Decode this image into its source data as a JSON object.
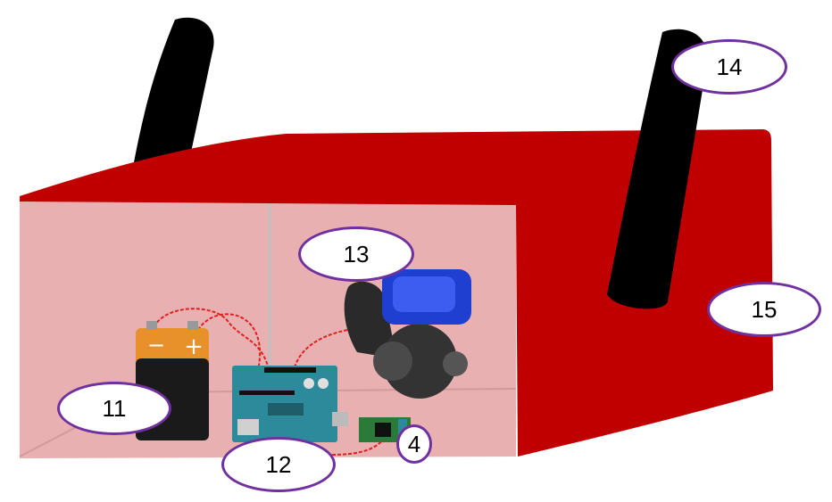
{
  "colors": {
    "box_red": "#c00000",
    "box_inner": "#e8b0b0",
    "callout_border": "#7030a0",
    "wire": "#e02020",
    "handle": "#000000",
    "motor_blue": "#1f3fd0",
    "board_teal": "#2c8a9a",
    "battery_orange": "#e8902a"
  },
  "icons": {
    "battery": "battery-icon",
    "microcontroller": "arduino-board-icon",
    "motor": "gear-motor-icon",
    "module": "driver-module-icon",
    "handle": "handle-icon"
  },
  "callouts": [
    {
      "id": "11",
      "label": "11"
    },
    {
      "id": "12",
      "label": "12"
    },
    {
      "id": "13",
      "label": "13"
    },
    {
      "id": "4",
      "label": "4"
    },
    {
      "id": "14",
      "label": "14"
    },
    {
      "id": "15",
      "label": "15"
    }
  ],
  "battery_terminals": {
    "negative": "−",
    "positive": "+"
  }
}
